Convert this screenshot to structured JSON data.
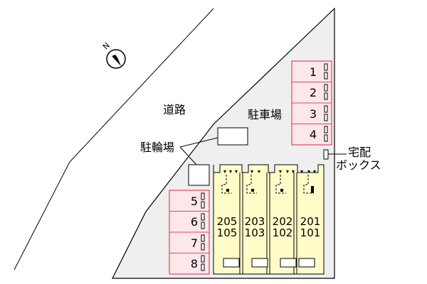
{
  "compass": {
    "north_label": "N"
  },
  "labels": {
    "road": "道路",
    "parking": "駐車場",
    "bicycle_parking": "駐輪場",
    "delivery_box_line1": "宅配",
    "delivery_box_line2": "ボックス"
  },
  "parking_spaces_top": [
    "1",
    "2",
    "3",
    "4"
  ],
  "parking_spaces_bottom": [
    "5",
    "6",
    "7",
    "8"
  ],
  "units": [
    {
      "upper": "205",
      "lower": "105"
    },
    {
      "upper": "203",
      "lower": "103"
    },
    {
      "upper": "202",
      "lower": "102"
    },
    {
      "upper": "201",
      "lower": "101"
    }
  ],
  "colors": {
    "lot": "#efefef",
    "parking_fill": "#fde7ea",
    "parking_border": "#e0485a",
    "building_fill": "#fffcc8"
  }
}
